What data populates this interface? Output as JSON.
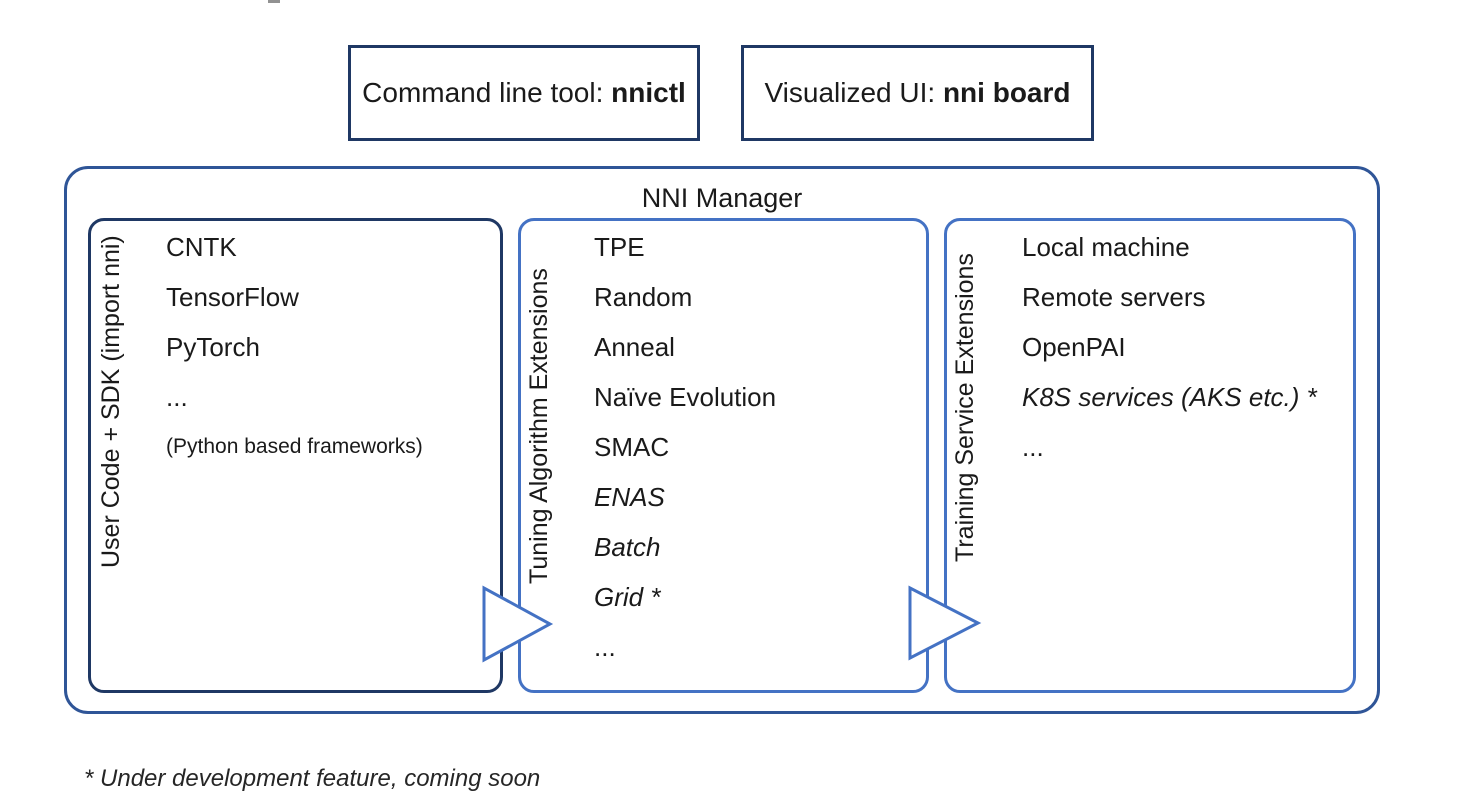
{
  "top_boxes": [
    {
      "prefix": "Command line tool: ",
      "bold": "nnictl"
    },
    {
      "prefix": "Visualized UI: ",
      "bold": "nni board"
    }
  ],
  "manager": {
    "title": "NNI Manager",
    "panels": [
      {
        "side_label": "User Code + SDK (import nni)",
        "items": [
          "CNTK",
          "TensorFlow",
          "PyTorch",
          "...",
          "(Python based frameworks)"
        ]
      },
      {
        "side_label": "Tuning Algorithm Extensions",
        "items": [
          "TPE",
          "Random",
          "Anneal",
          "Naïve Evolution",
          "SMAC",
          "ENAS",
          "Batch",
          "Grid *",
          "..."
        ]
      },
      {
        "side_label": "Training Service Extensions",
        "items": [
          "Local machine",
          "Remote servers",
          "OpenPAI",
          "K8S services (AKS etc.) *",
          "..."
        ]
      }
    ]
  },
  "footnote": "* Under development feature, coming soon",
  "colors": {
    "outer_border": "#2f5597",
    "panel_blue_border": "#4472c4",
    "dark_navy_border": "#1f3864",
    "arrow_stroke": "#4472c4",
    "text": "#1a1a1a"
  }
}
